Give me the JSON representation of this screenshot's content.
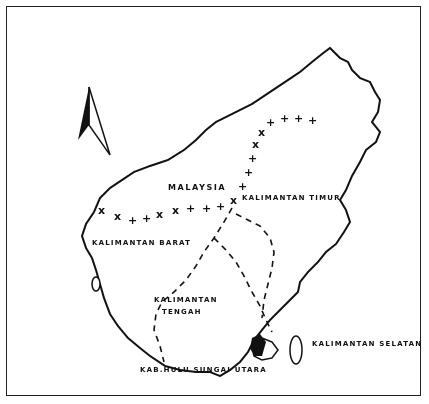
{
  "labels": {
    "malaysia": "MALAYSIA",
    "kaltim": "KALIMANTAN TIMUR",
    "kalbar": "KALIMANTAN BARAT",
    "kalteng_line1": "KALIMANTAN",
    "kalteng_line2": "TENGAH",
    "kalsel": "KALIMANTAN SELATAN",
    "kabupaten": "KAB.HULU SUNGAI UTARA"
  },
  "north_arrow": {
    "icon": "north-arrow-icon"
  },
  "colors": {
    "ink": "#111111",
    "paper": "#ffffff"
  }
}
